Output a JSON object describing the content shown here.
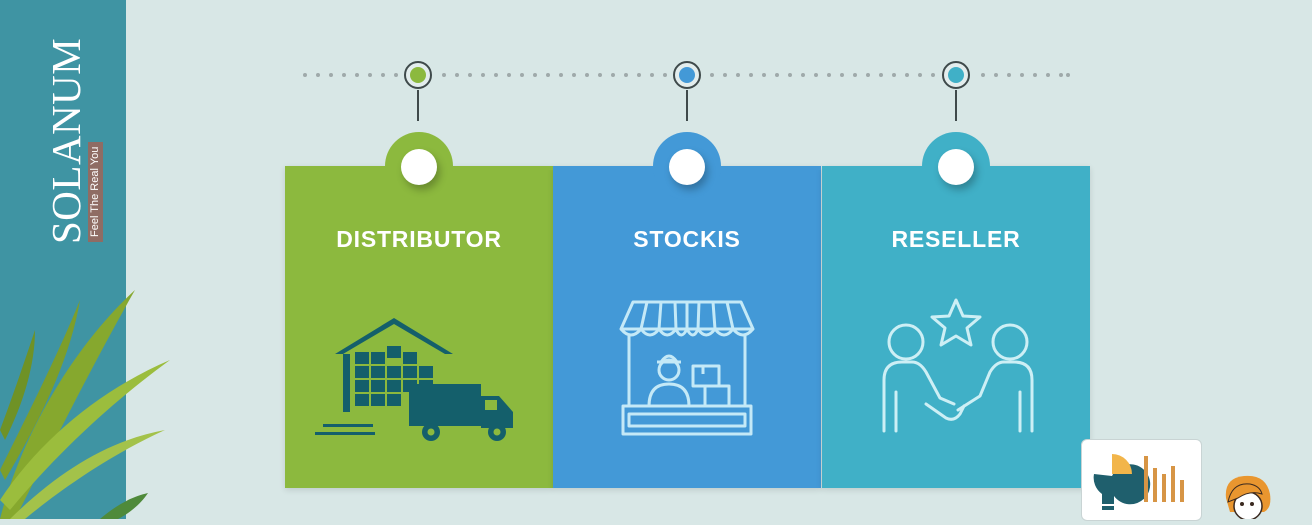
{
  "brand": {
    "name": "SOLANUM",
    "tagline": "Feel The Real You"
  },
  "cards": [
    {
      "title": "DISTRIBUTOR",
      "icon": "warehouse-truck-icon",
      "color": "#8cb93e"
    },
    {
      "title": "STOCKIS",
      "icon": "market-stall-icon",
      "color": "#4399d7"
    },
    {
      "title": "RESELLER",
      "icon": "handshake-star-icon",
      "color": "#40b0c7"
    }
  ],
  "timeline_dots": [
    {
      "name": "distributor-marker",
      "color": "#8cb93e"
    },
    {
      "name": "stockis-marker",
      "color": "#4399d7"
    },
    {
      "name": "reseller-marker",
      "color": "#40b0c7"
    }
  ],
  "colors": {
    "sidebar": "#3f94a3",
    "background": "#d8e7e6",
    "tagline_bg": "#8f6c64"
  }
}
